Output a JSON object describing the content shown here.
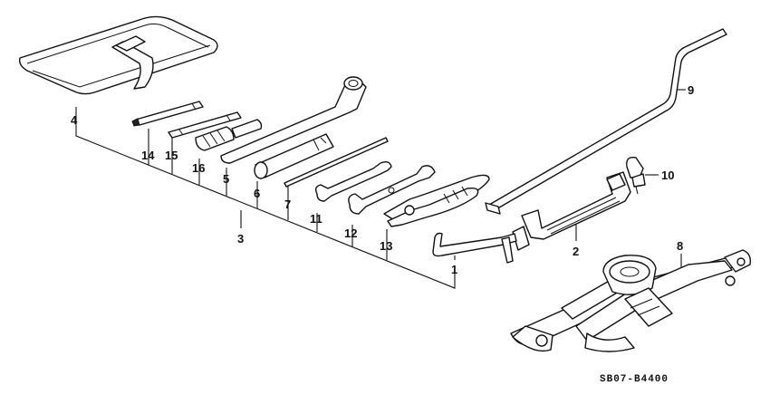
{
  "labels": {
    "p1": "1",
    "p2": "2",
    "p3": "3",
    "p4": "4",
    "p5": "5",
    "p6": "6",
    "p7": "7",
    "p8": "8",
    "p9": "9",
    "p10": "10",
    "p11": "11",
    "p12": "12",
    "p13": "13",
    "p14": "14",
    "p15": "15",
    "p16": "16"
  },
  "diagram_code": "SB07-B4400"
}
